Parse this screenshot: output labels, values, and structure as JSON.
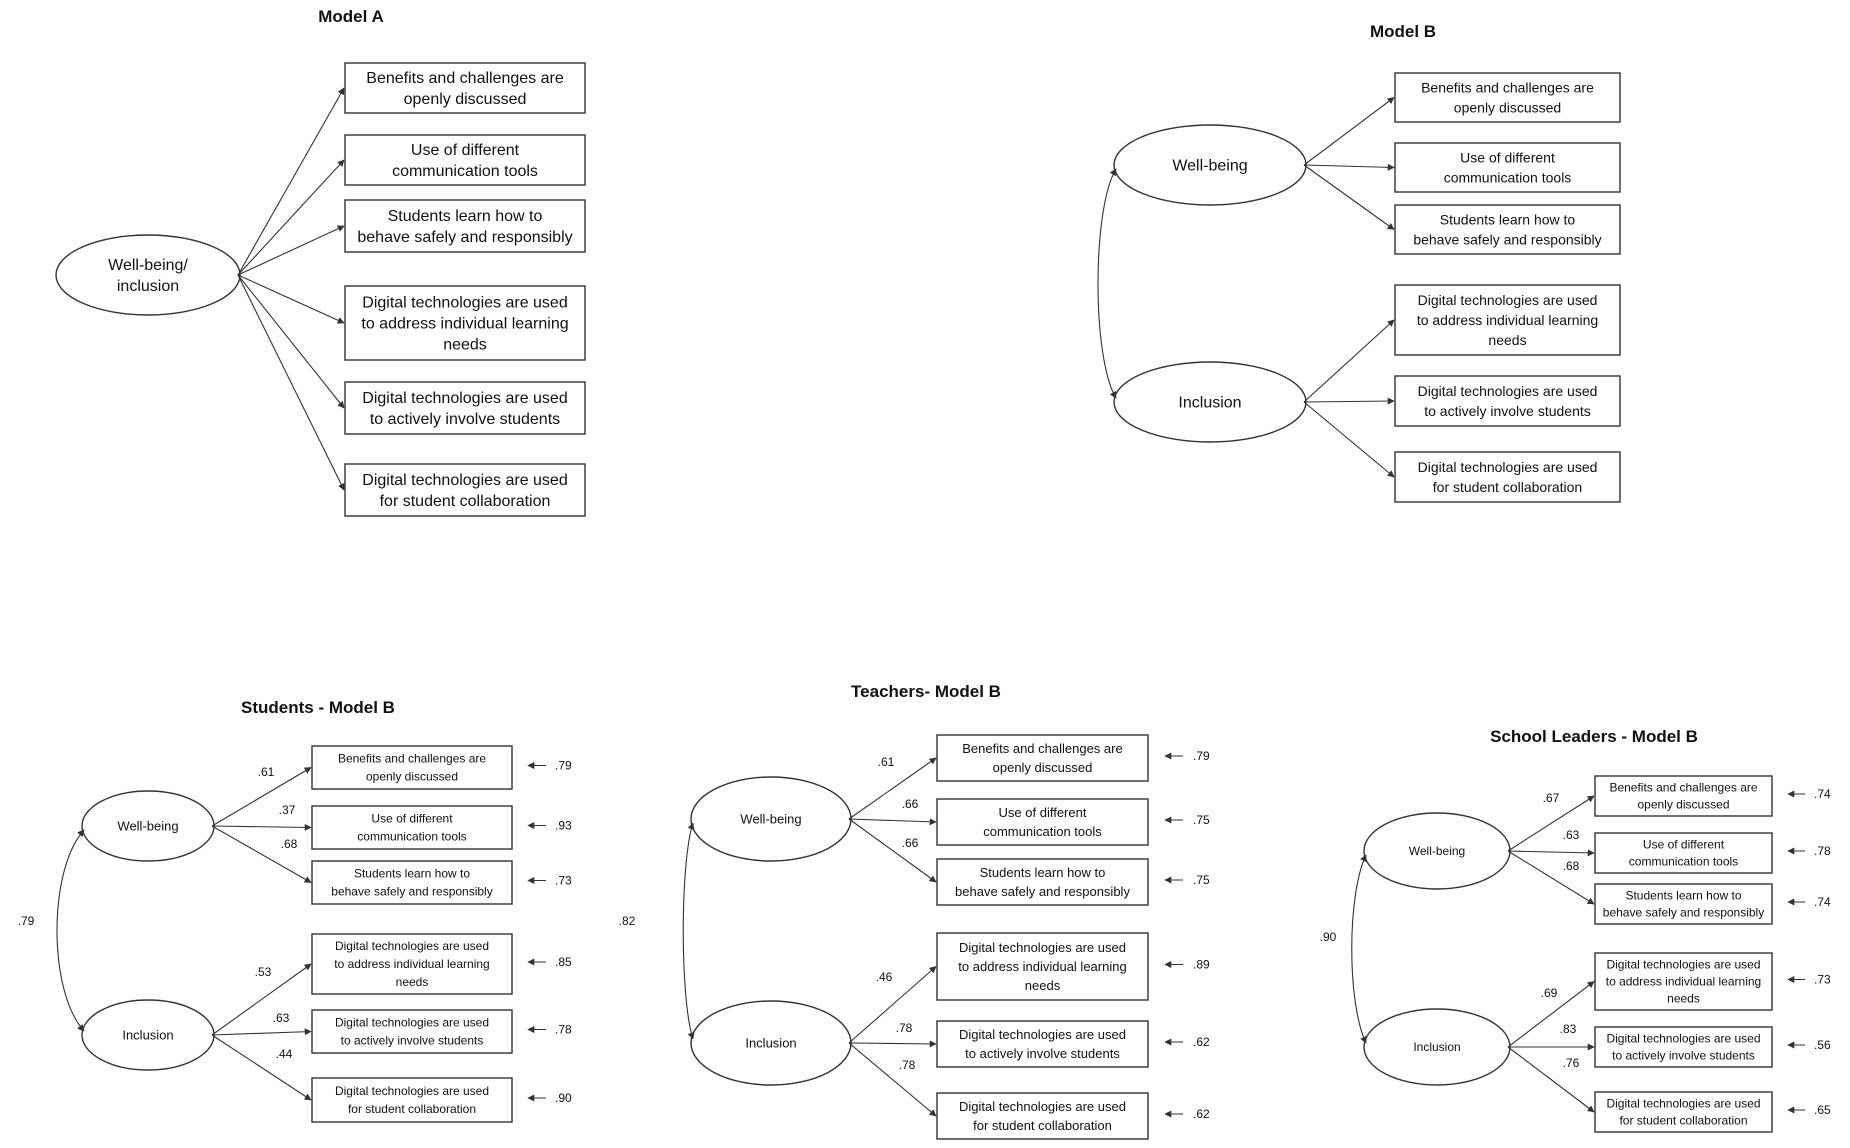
{
  "models": [
    {
      "title": "Model A",
      "factors": [
        "Well-being/ inclusion"
      ],
      "indicators": [
        "Benefits and challenges are openly discussed",
        "Use of different communication tools",
        "Students learn how to behave safely and responsibly",
        "Digital technologies are used to address individual learning needs",
        "Digital technologies are used to actively involve students",
        "Digital technologies are used for student collaboration"
      ]
    },
    {
      "title": "Model B",
      "factors": [
        "Well-being",
        "Inclusion"
      ],
      "indicators": [
        "Benefits and challenges are openly discussed",
        "Use of different communication tools",
        "Students learn how to behave safely and responsibly",
        "Digital technologies are used to address individual learning needs",
        "Digital technologies are used to actively involve students",
        "Digital technologies are used for student collaboration"
      ]
    },
    {
      "title": "Students - Model B",
      "factors": [
        "Well-being",
        "Inclusion"
      ],
      "correlation": ".79",
      "loadings": [
        ".61",
        ".37",
        ".68",
        ".53",
        ".63",
        ".44"
      ],
      "errors": [
        ".79",
        ".93",
        ".73",
        ".85",
        ".78",
        ".90"
      ],
      "indicators": [
        "Benefits and challenges are openly discussed",
        "Use of different communication tools",
        "Students learn how to behave safely and responsibly",
        "Digital technologies are used to address individual learning needs",
        "Digital technologies are used to actively involve students",
        "Digital technologies are used for student collaboration"
      ]
    },
    {
      "title": "Teachers- Model B",
      "factors": [
        "Well-being",
        "Inclusion"
      ],
      "correlation": ".82",
      "loadings": [
        ".61",
        ".66",
        ".66",
        ".46",
        ".78",
        ".78"
      ],
      "errors": [
        ".79",
        ".75",
        ".75",
        ".89",
        ".62",
        ".62"
      ],
      "indicators": [
        "Benefits and challenges are openly discussed",
        "Use of different communication tools",
        "Students learn how to behave safely and responsibly",
        "Digital technologies are used to address individual learning needs",
        "Digital technologies are used to actively involve students",
        "Digital technologies are used for student collaboration"
      ]
    },
    {
      "title": "School Leaders - Model B",
      "factors": [
        "Well-being",
        "Inclusion"
      ],
      "correlation": ".90",
      "loadings": [
        ".67",
        ".63",
        ".68",
        ".69",
        ".83",
        ".76"
      ],
      "errors": [
        ".74",
        ".78",
        ".74",
        ".73",
        ".56",
        ".65"
      ],
      "indicators": [
        "Benefits and challenges are openly discussed",
        "Use of different communication tools",
        "Students learn how to behave safely and responsibly",
        "Digital technologies are used to address individual learning needs",
        "Digital technologies are used to actively involve students",
        "Digital technologies are used for student collaboration"
      ]
    }
  ]
}
